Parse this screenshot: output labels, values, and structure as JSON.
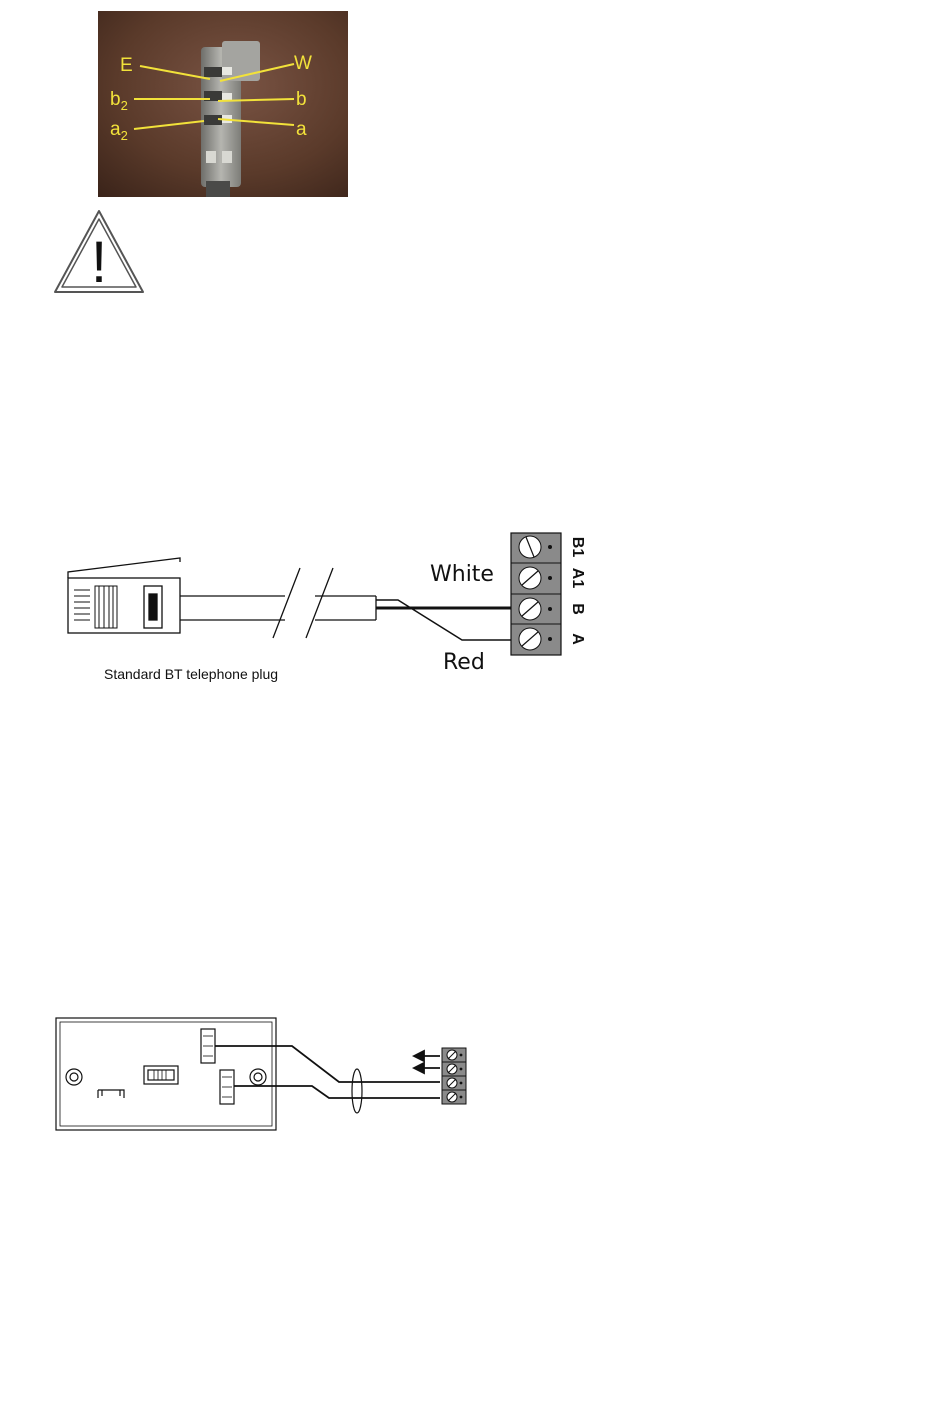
{
  "photo": {
    "labels": {
      "E": "E",
      "W": "W",
      "b2_base": "b",
      "b2_sub": "2",
      "b": "b",
      "a2_base": "a",
      "a2_sub": "2",
      "a": "a"
    },
    "colors": {
      "background": "#5a3a2a",
      "label": "#f2e23a",
      "plug": "#9a9a96"
    }
  },
  "warning": {
    "symbol": "!",
    "icon": "warning-triangle-icon"
  },
  "bt_diagram": {
    "wire_white_label": "White",
    "wire_red_label": "Red",
    "plug_caption": "Standard BT telephone plug",
    "terminals": [
      "B1",
      "A1",
      "B",
      "A"
    ]
  },
  "board_diagram": {
    "arrow_count": 2,
    "terminal_count": 4
  }
}
